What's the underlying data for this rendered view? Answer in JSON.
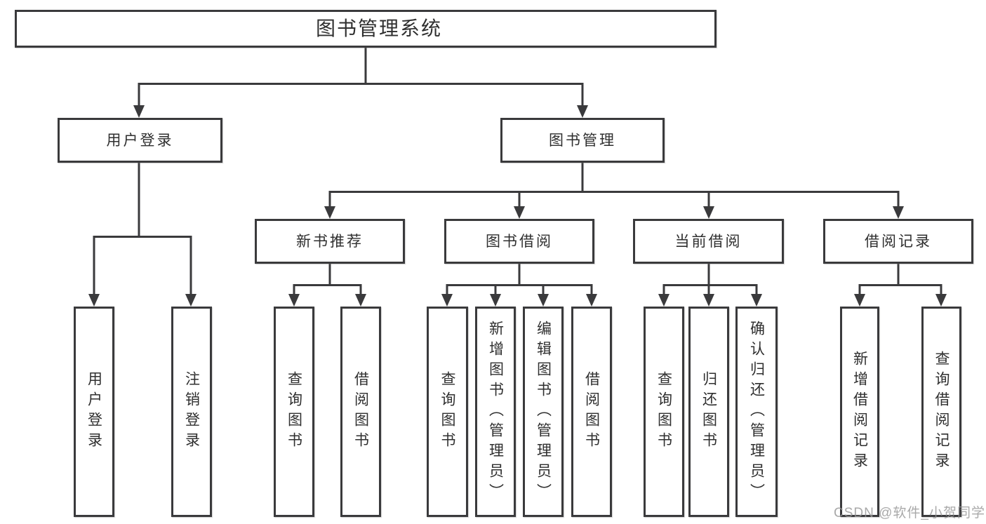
{
  "diagram": {
    "title": "图书管理系统",
    "watermark": "CSDN @软件_小贺同学",
    "line_color": "#3A3A3C",
    "text_color": "#2F2F2F",
    "watermark_color": "#B5B5B5",
    "background_color": "#FFFFFF"
  },
  "nodes": {
    "root": {
      "label": "图书管理系统"
    },
    "l2": [
      {
        "label": "用户登录"
      },
      {
        "label": "图书管理"
      }
    ],
    "l3": [
      {
        "label": "新书推荐"
      },
      {
        "label": "图书借阅"
      },
      {
        "label": "当前借阅"
      },
      {
        "label": "借阅记录"
      }
    ],
    "l4": [
      {
        "label": "用户登录"
      },
      {
        "label": "注销登录"
      },
      {
        "label": "查询图书"
      },
      {
        "label": "借阅图书"
      },
      {
        "label": "查询图书"
      },
      {
        "label": "新增图书（管理员）"
      },
      {
        "label": "编辑图书（管理员）"
      },
      {
        "label": "借阅图书"
      },
      {
        "label": "查询图书"
      },
      {
        "label": "归还图书"
      },
      {
        "label": "确认归还（管理员）"
      },
      {
        "label": "新增借阅记录"
      },
      {
        "label": "查询借阅记录"
      }
    ]
  },
  "structure": {
    "图书管理系统": {
      "用户登录": [
        "用户登录",
        "注销登录"
      ],
      "图书管理": {
        "新书推荐": [
          "查询图书",
          "借阅图书"
        ],
        "图书借阅": [
          "查询图书",
          "新增图书（管理员）",
          "编辑图书（管理员）",
          "借阅图书"
        ],
        "当前借阅": [
          "查询图书",
          "归还图书",
          "确认归还（管理员）"
        ],
        "借阅记录": [
          "新增借阅记录",
          "查询借阅记录"
        ]
      }
    }
  }
}
